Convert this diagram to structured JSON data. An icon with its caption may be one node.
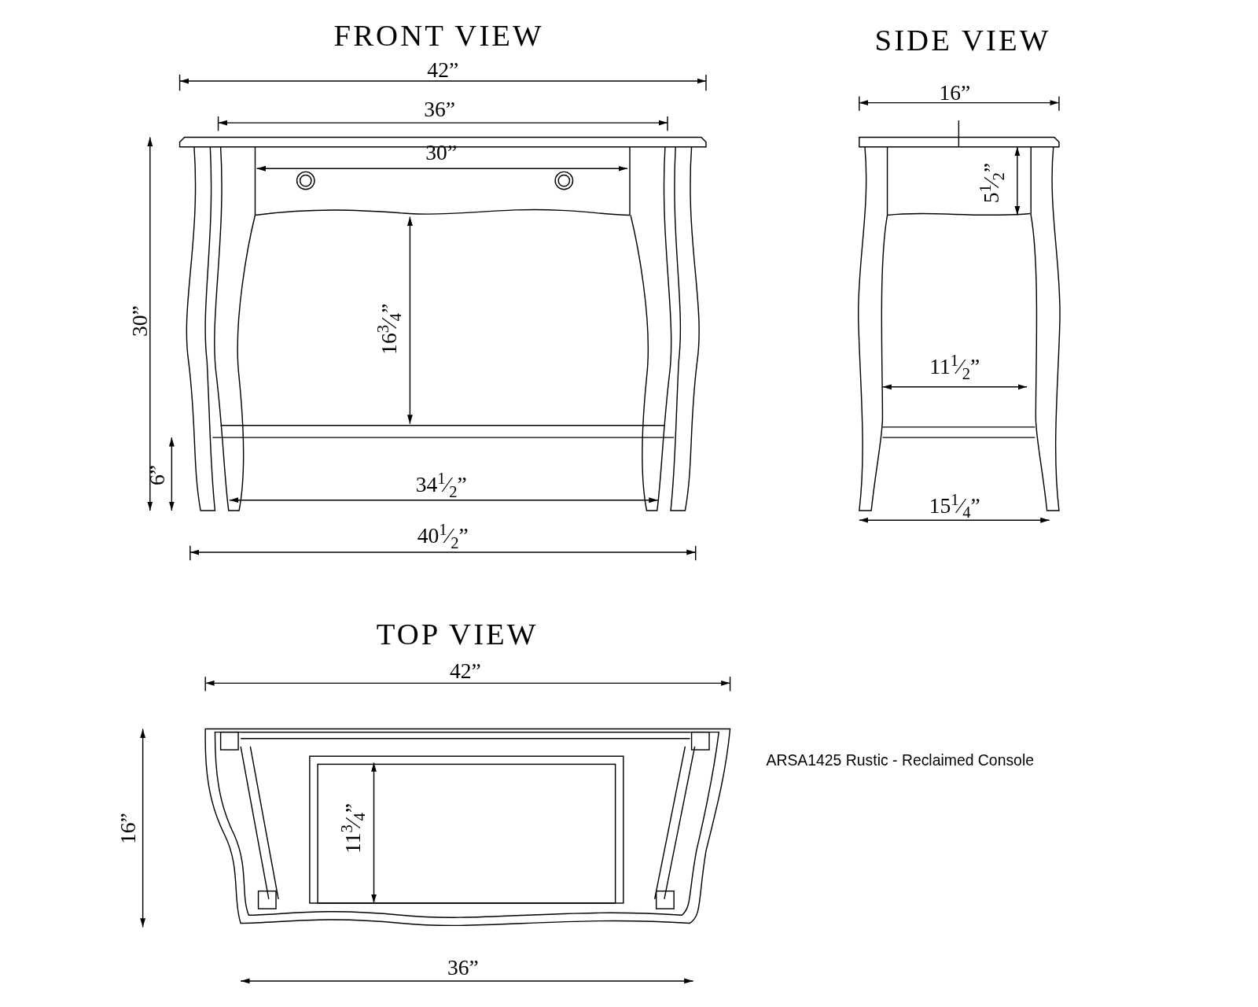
{
  "diagram": {
    "labels": [
      "FRONT VIEW",
      "SIDE VIEW",
      "42”",
      "16”",
      "36”",
      "30”",
      "5$^{1}$⁄$_{2}$”",
      "30”",
      "16$^{3}$⁄$_{4}$”",
      "11$^{1}$⁄$_{2}$”",
      "6”",
      "34$^{1}$⁄$_{2}$”",
      "15$^{1}$⁄$_{4}$”",
      "40$^{1}$⁄$_{2}$”",
      "TOP VIEW",
      "42”",
      "ARSA1425 Rustic - Reclaimed Console",
      "16”",
      "11$^{3}$⁄$_{4}$”",
      "36”"
    ]
  }
}
